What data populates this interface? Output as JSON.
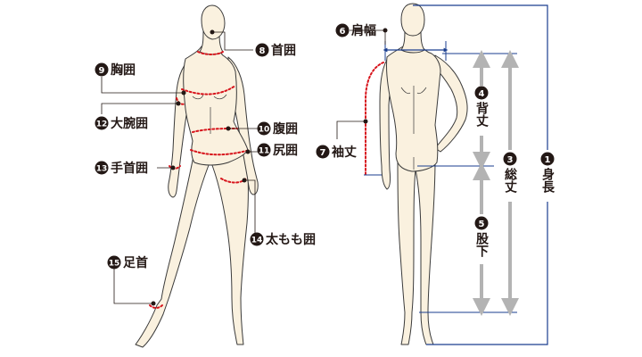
{
  "colors": {
    "skin": "#faf1df",
    "outline": "#3a3a3a",
    "measure_red": "#d7141c",
    "leader": "#231815",
    "blue": "#1a3e8f",
    "gray_arrow": "#b3b3b3",
    "badge": "#231815"
  },
  "labels": {
    "num_1": "1",
    "text_1": "身長",
    "num_3": "3",
    "text_3": "総丈",
    "num_4": "4",
    "text_4": "背丈",
    "num_5": "5",
    "text_5": "股下",
    "num_6": "6",
    "text_6": "肩幅",
    "num_7": "7",
    "text_7": "袖丈",
    "num_8": "8",
    "text_8": "首囲",
    "num_9": "9",
    "text_9": "胸囲",
    "num_10": "10",
    "text_10": "腹囲",
    "num_11": "11",
    "text_11": "尻囲",
    "num_12": "12",
    "text_12": "大腕囲",
    "num_13": "13",
    "text_13": "手首囲",
    "num_14": "14",
    "text_14": "太もも囲",
    "num_15": "15",
    "text_15": "足首"
  }
}
